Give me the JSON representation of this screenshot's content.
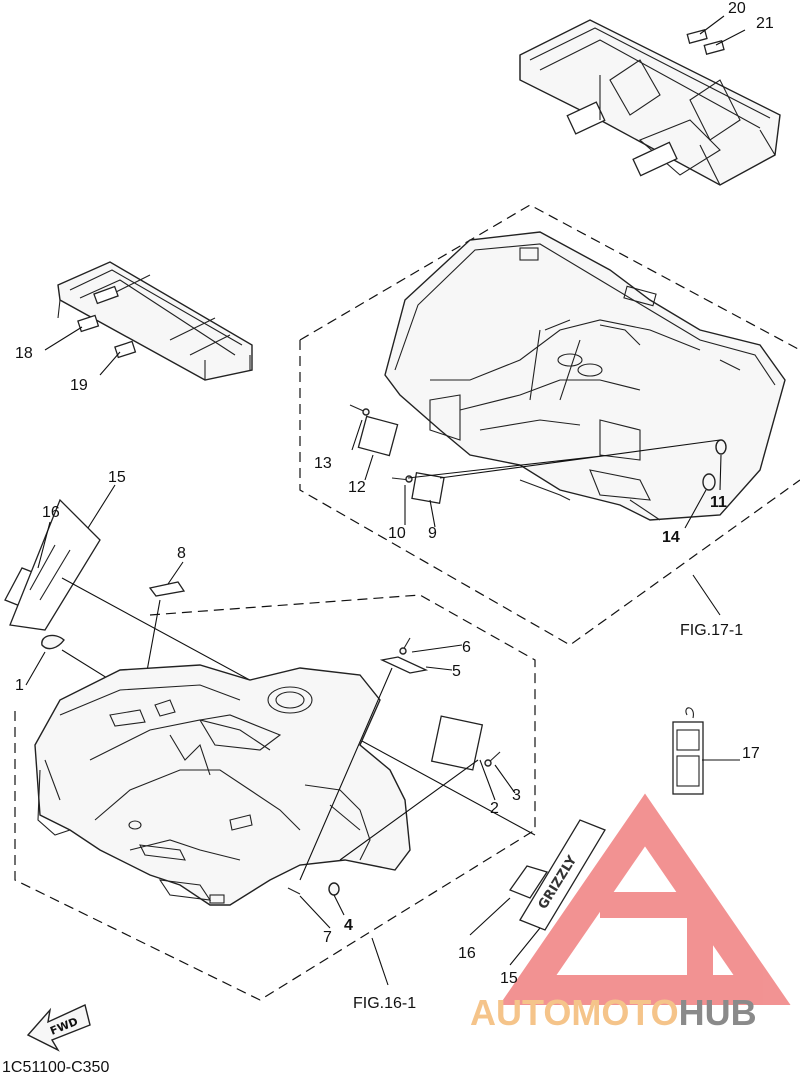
{
  "diagram": {
    "callouts": {
      "c1": "1",
      "c2": "2",
      "c3": "3",
      "c4": "4",
      "c5": "5",
      "c6": "6",
      "c7": "7",
      "c8": "8",
      "c9": "9",
      "c10": "10",
      "c11": "11",
      "c12": "12",
      "c13": "13",
      "c14": "14",
      "c15a": "15",
      "c15b": "15",
      "c16a": "16",
      "c16b": "16",
      "c17": "17",
      "c18": "18",
      "c19": "19",
      "c20": "20",
      "c21": "21"
    },
    "fig_refs": {
      "front": "FIG.16-1",
      "rear": "FIG.17-1"
    },
    "fwd_label": "FWD",
    "decal_text": "GRIZZLY",
    "diagram_code": "1C51100-C350"
  },
  "watermark": {
    "brand_part1": "AUTOMOTO",
    "brand_part2": "HUB",
    "colors": {
      "auto": "#f5c48a",
      "hub": "#8a8a8a",
      "logo": "#f08080"
    }
  }
}
